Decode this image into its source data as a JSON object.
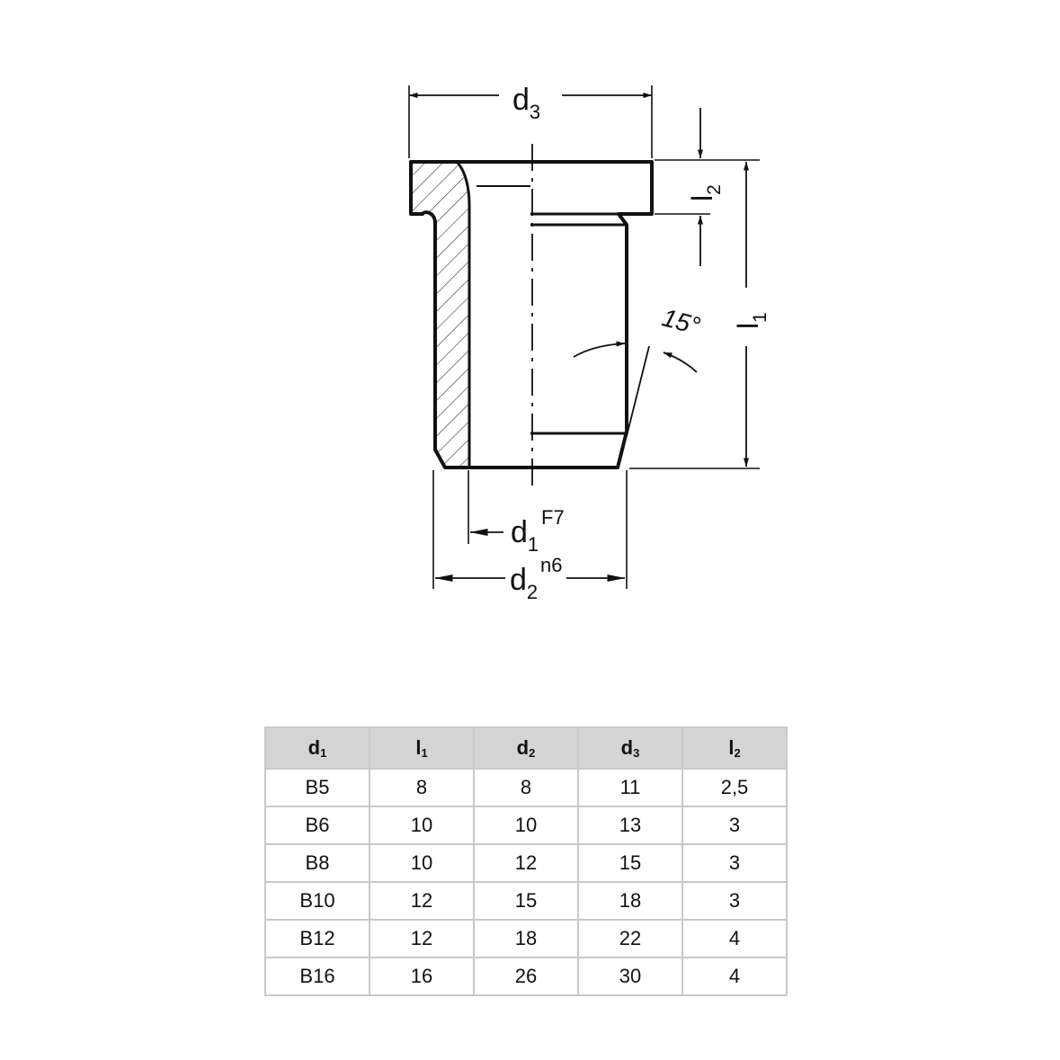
{
  "drawing": {
    "labels": {
      "d3": {
        "base": "d",
        "sub": "3"
      },
      "l2": {
        "base": "l",
        "sub": "2"
      },
      "l1": {
        "base": "l",
        "sub": "1"
      },
      "angle": "15°",
      "d1": {
        "base": "d",
        "sub": "1",
        "sup": "F7"
      },
      "d2": {
        "base": "d",
        "sub": "2",
        "sup": "n6"
      }
    }
  },
  "table": {
    "headers": [
      {
        "base": "d",
        "sub": "1"
      },
      {
        "base": "l",
        "sub": "1"
      },
      {
        "base": "d",
        "sub": "2"
      },
      {
        "base": "d",
        "sub": "3"
      },
      {
        "base": "l",
        "sub": "2"
      }
    ],
    "rows": [
      [
        "B5",
        "8",
        "8",
        "11",
        "2,5"
      ],
      [
        "B6",
        "10",
        "10",
        "13",
        "3"
      ],
      [
        "B8",
        "10",
        "12",
        "15",
        "3"
      ],
      [
        "B10",
        "12",
        "15",
        "18",
        "3"
      ],
      [
        "B12",
        "12",
        "18",
        "22",
        "4"
      ],
      [
        "B16",
        "16",
        "26",
        "30",
        "4"
      ]
    ]
  }
}
